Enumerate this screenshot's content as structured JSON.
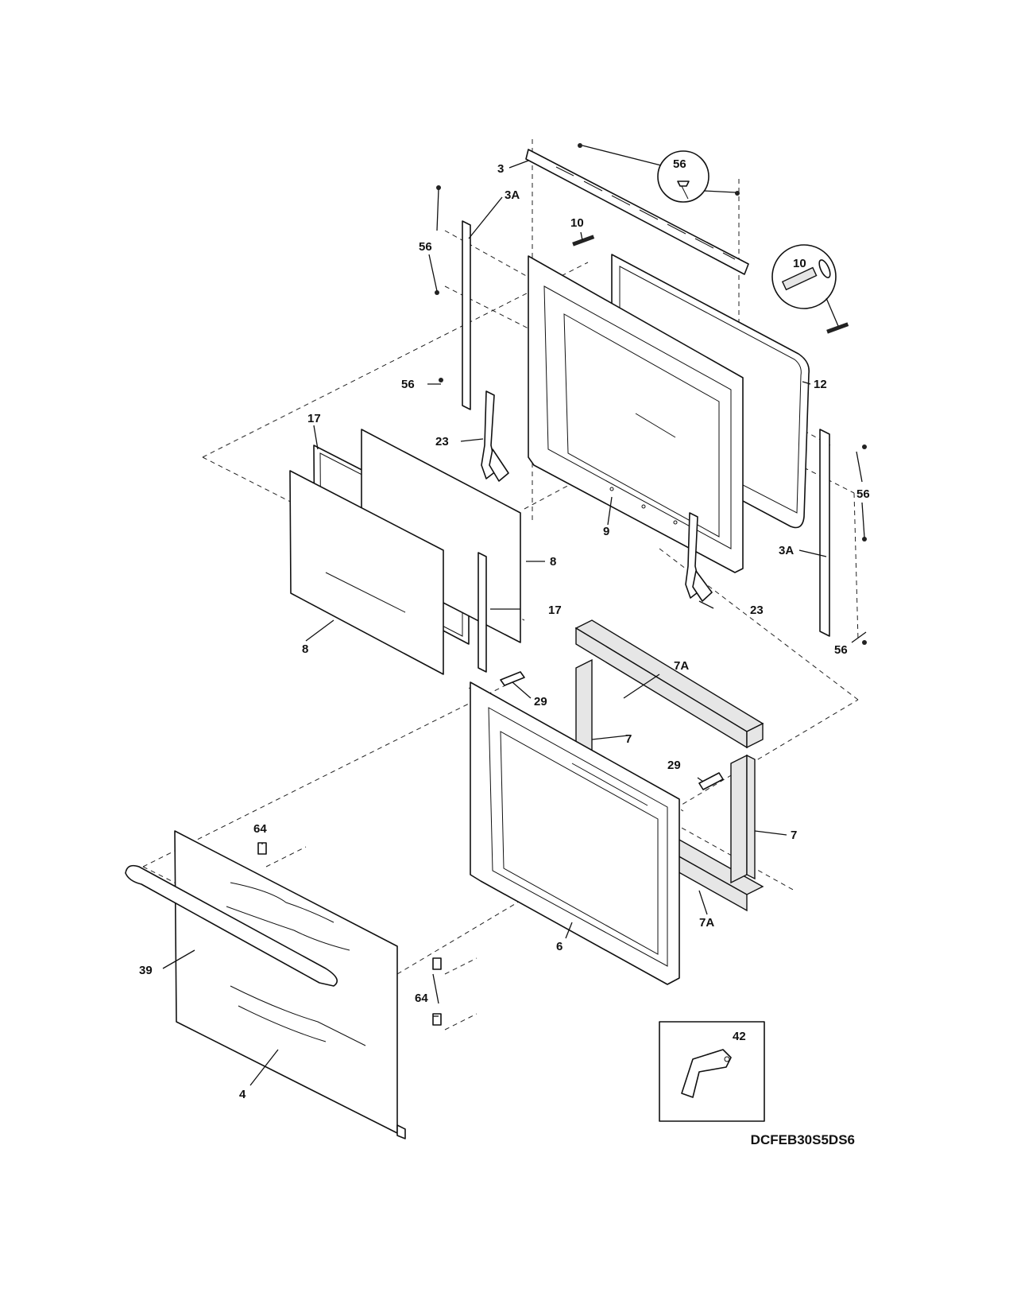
{
  "callouts": {
    "c3": "3",
    "c56_top_circle": "56",
    "c10_left": "10",
    "c56_left_upper": "56",
    "c10_circle": "10",
    "c3A_left": "3A",
    "c56_left_mid": "56",
    "c12": "12",
    "c17_upper": "17",
    "c23_left": "23",
    "c9": "9",
    "c56_right": "56",
    "c8_right": "8",
    "c3A_right": "3A",
    "c17_lower": "17",
    "c23_right": "23",
    "c8_left": "8",
    "c7A_top": "7A",
    "c56_bottom": "56",
    "c29_left": "29",
    "c7_upper": "7",
    "c29_right": "29",
    "c64_upper": "64",
    "c7_lower": "7",
    "c39": "39",
    "c6": "6",
    "c7A_bottom": "7A",
    "c64_lower": "64",
    "c42": "42",
    "c4": "4"
  },
  "model_code": "DCFEB30S5DS6"
}
